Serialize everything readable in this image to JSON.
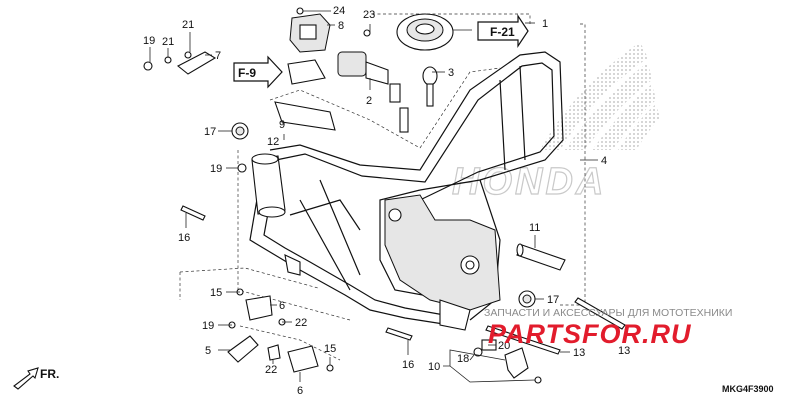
{
  "diagram_code": "MKG4F3900",
  "direction_label": "FR.",
  "refs": {
    "f21": "F-21",
    "f9": "F-9"
  },
  "watermark": {
    "brand": "HONDA",
    "shop_text": "ЗАПЧАСТИ И АКСЕССУАРЫ ДЛЯ МОТОТЕХНИКИ",
    "site": "PARTSFOR.RU"
  },
  "callouts": {
    "c1": "1",
    "c2": "2",
    "c3": "3",
    "c4": "4",
    "c5": "5",
    "c6a": "6",
    "c6b": "6",
    "c7": "7",
    "c8": "8",
    "c9": "9",
    "c10": "10",
    "c11": "11",
    "c12": "12",
    "c13a": "13",
    "c13b": "13",
    "c15a": "15",
    "c15b": "15",
    "c16a": "16",
    "c16b": "16",
    "c17a": "17",
    "c17b": "17",
    "c18": "18",
    "c19a": "19",
    "c19b": "19",
    "c19c": "19",
    "c20": "20",
    "c21a": "21",
    "c21b": "21",
    "c22a": "22",
    "c22b": "22",
    "c23": "23",
    "c24": "24"
  }
}
